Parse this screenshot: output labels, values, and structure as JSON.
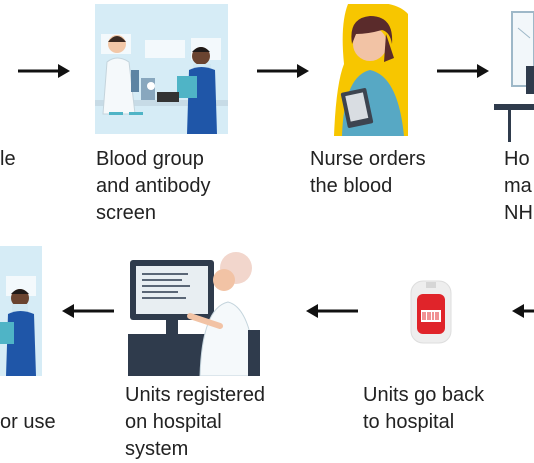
{
  "top_row": {
    "step_sample_label": "le",
    "step_lab_label": "Blood group\nand antibody\nscreen",
    "step_nurse_label": "Nurse orders\nthe blood",
    "step_hospital_label": "Ho\nma\nNH"
  },
  "bottom_row": {
    "step_use_label": "or use",
    "step_registered_label": "Units registered\non hospital\nsystem",
    "step_back_label": "Units go back\nto hospital"
  },
  "colors": {
    "lab_bg": "#d6ecf6",
    "scrubs_blue": "#1f56a8",
    "nurse_yellow": "#f7c600",
    "nurse_top": "#57a8c4",
    "blood_red": "#e0242a",
    "arrow": "#111111"
  }
}
